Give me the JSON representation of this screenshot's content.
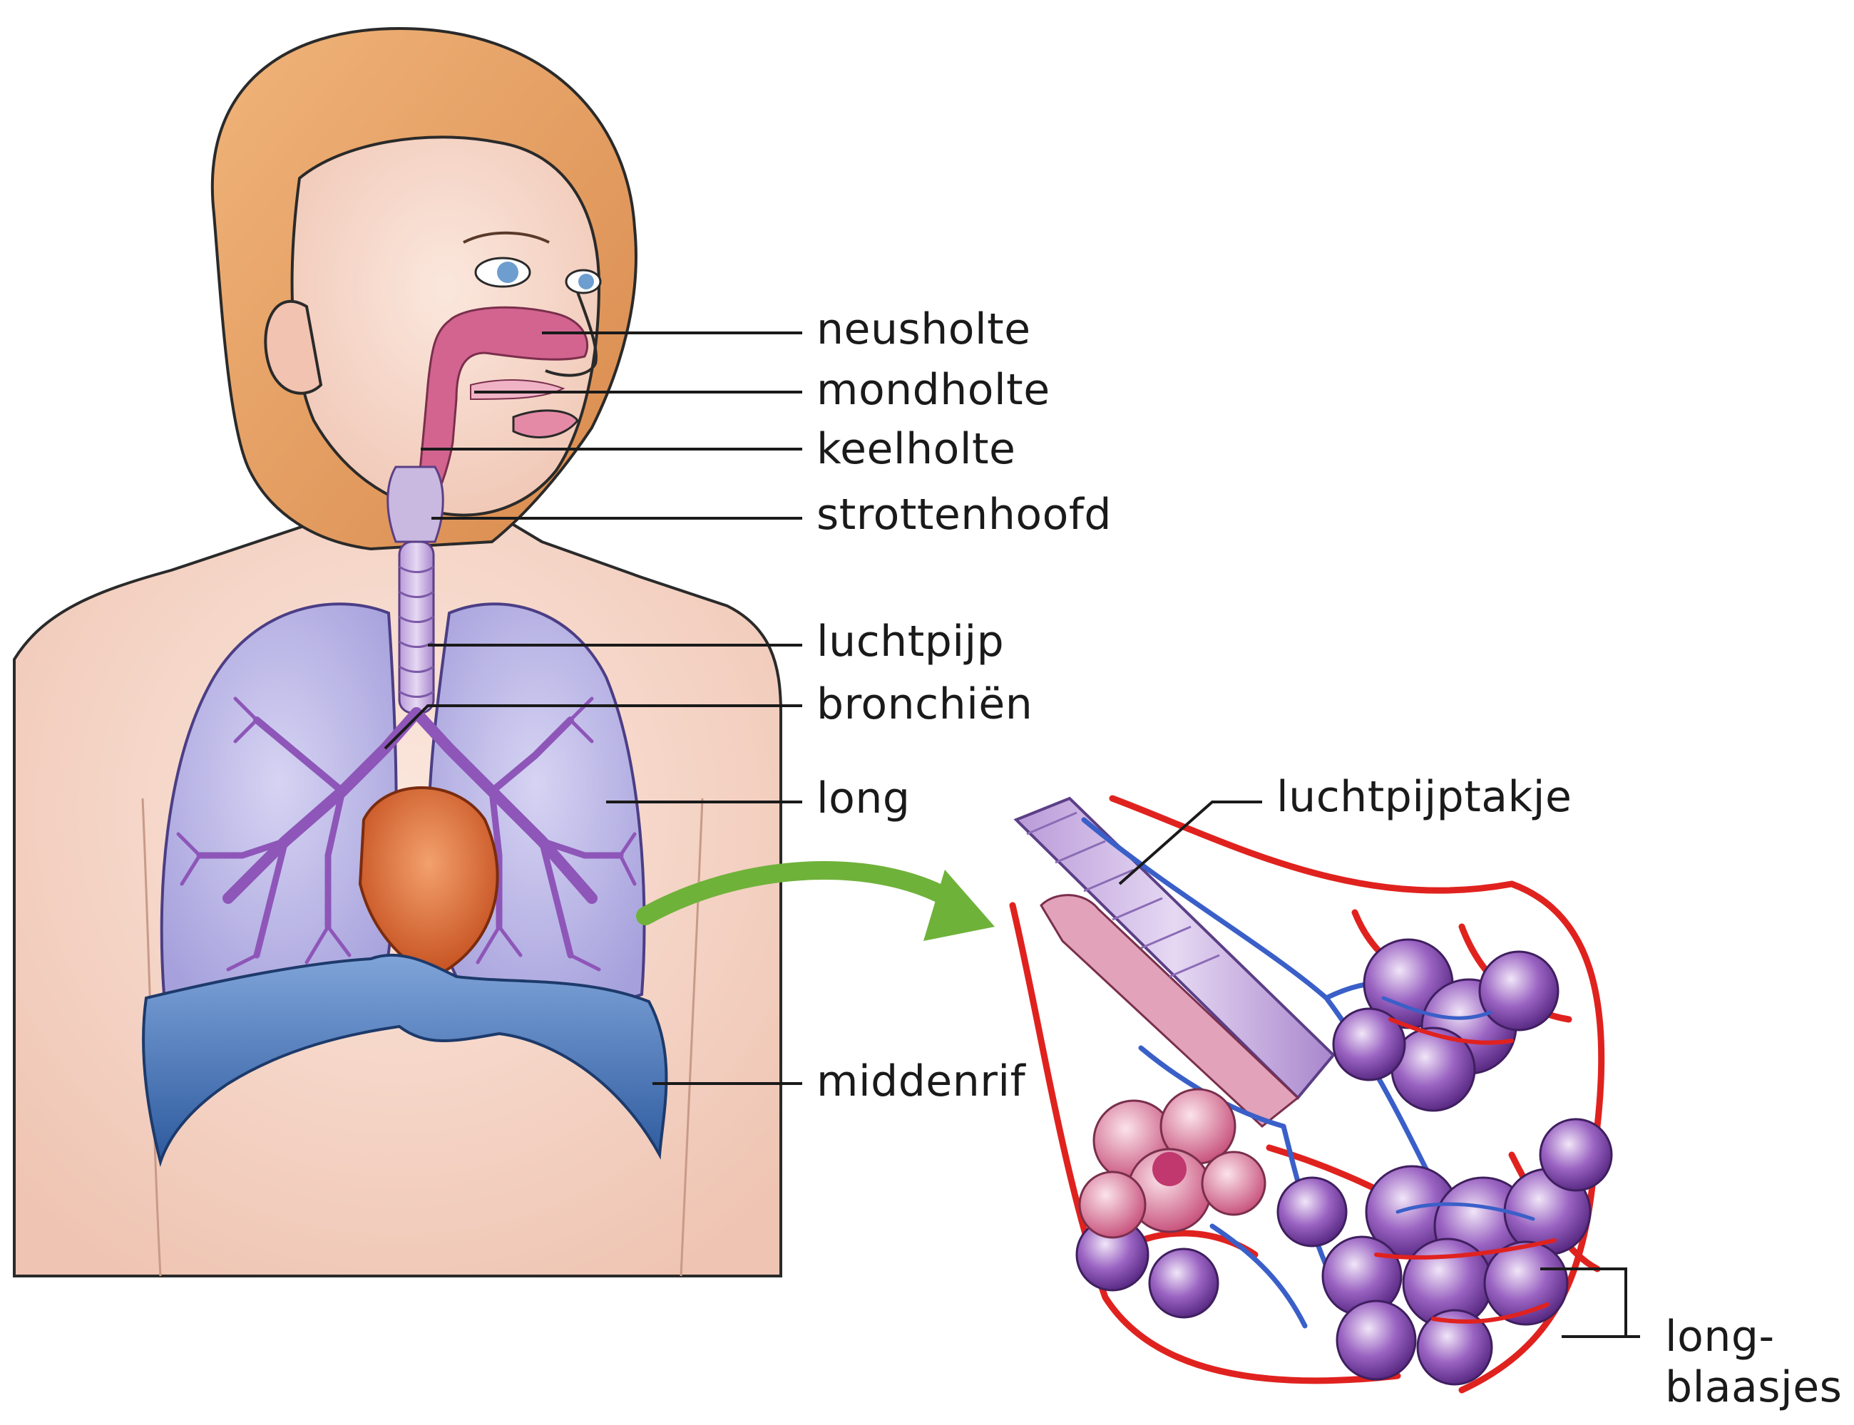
{
  "labels": {
    "neusholte": "neusholte",
    "mondholte": "mondholte",
    "keelholte": "keelholte",
    "strottenhoofd": "strottenhoofd",
    "luchtpijp": "luchtpijp",
    "bronchien": "bronchiën",
    "long": "long",
    "middenrif": "middenrif",
    "luchtpijptakje": "luchtpijptakje",
    "longblaasjes_line1": "long-",
    "longblaasjes_line2": "blaasjes"
  },
  "colors": {
    "skin": "#f7d9cc",
    "hair": "#e9a56a",
    "lung": "#b9b6e6",
    "bronchi": "#8e56b8",
    "heart": "#d9662c",
    "diaphragm": "#3f6fb4",
    "airway": "#c95a86",
    "artery": "#e0221f",
    "vein": "#3a5fc8",
    "alveoli": "#8a4fb4",
    "arrow": "#6fb23a"
  }
}
